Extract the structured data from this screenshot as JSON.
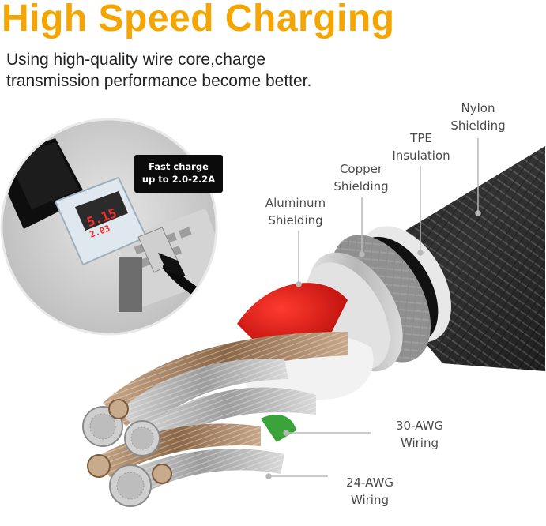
{
  "header": {
    "title": "High Speed Charging",
    "subtitle_line1": "Using high-quality wire core,charge",
    "subtitle_line2": "transmission performance become better."
  },
  "callout": {
    "line1": "Fast charge",
    "line2": "up to 2.0-2.2A"
  },
  "labels": {
    "nylon": [
      "Nylon",
      "Shielding"
    ],
    "tpe": [
      "TPE",
      "Insulation"
    ],
    "copper": [
      "Copper",
      "Shielding"
    ],
    "aluminum": [
      "Aluminum",
      "Shielding"
    ],
    "awg30": [
      "30-AWG",
      "Wiring"
    ],
    "awg24": [
      "24-AWG",
      "Wiring"
    ]
  },
  "colors": {
    "title": "#f5a500",
    "label": "#4a4a4a",
    "leader_line": "#b8b8b8",
    "bubble": "#0b0b0b",
    "meter_digits": "#ff2a2a"
  }
}
